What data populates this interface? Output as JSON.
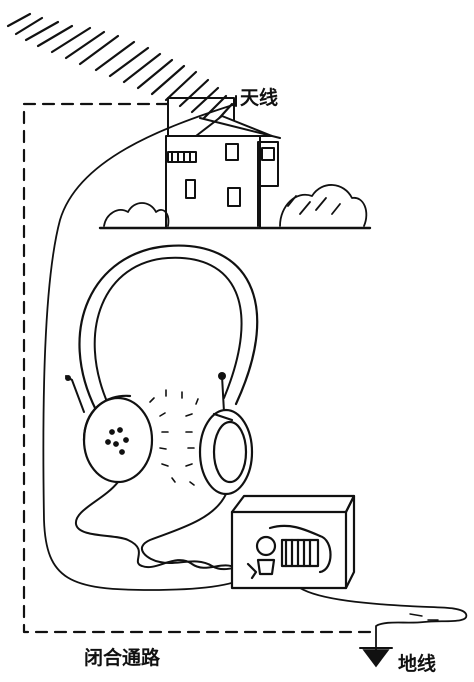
{
  "labels": {
    "antenna": "天线",
    "closed_circuit": "闭合通路",
    "ground": "地线"
  },
  "colors": {
    "ink": "#111111",
    "background": "#ffffff"
  }
}
